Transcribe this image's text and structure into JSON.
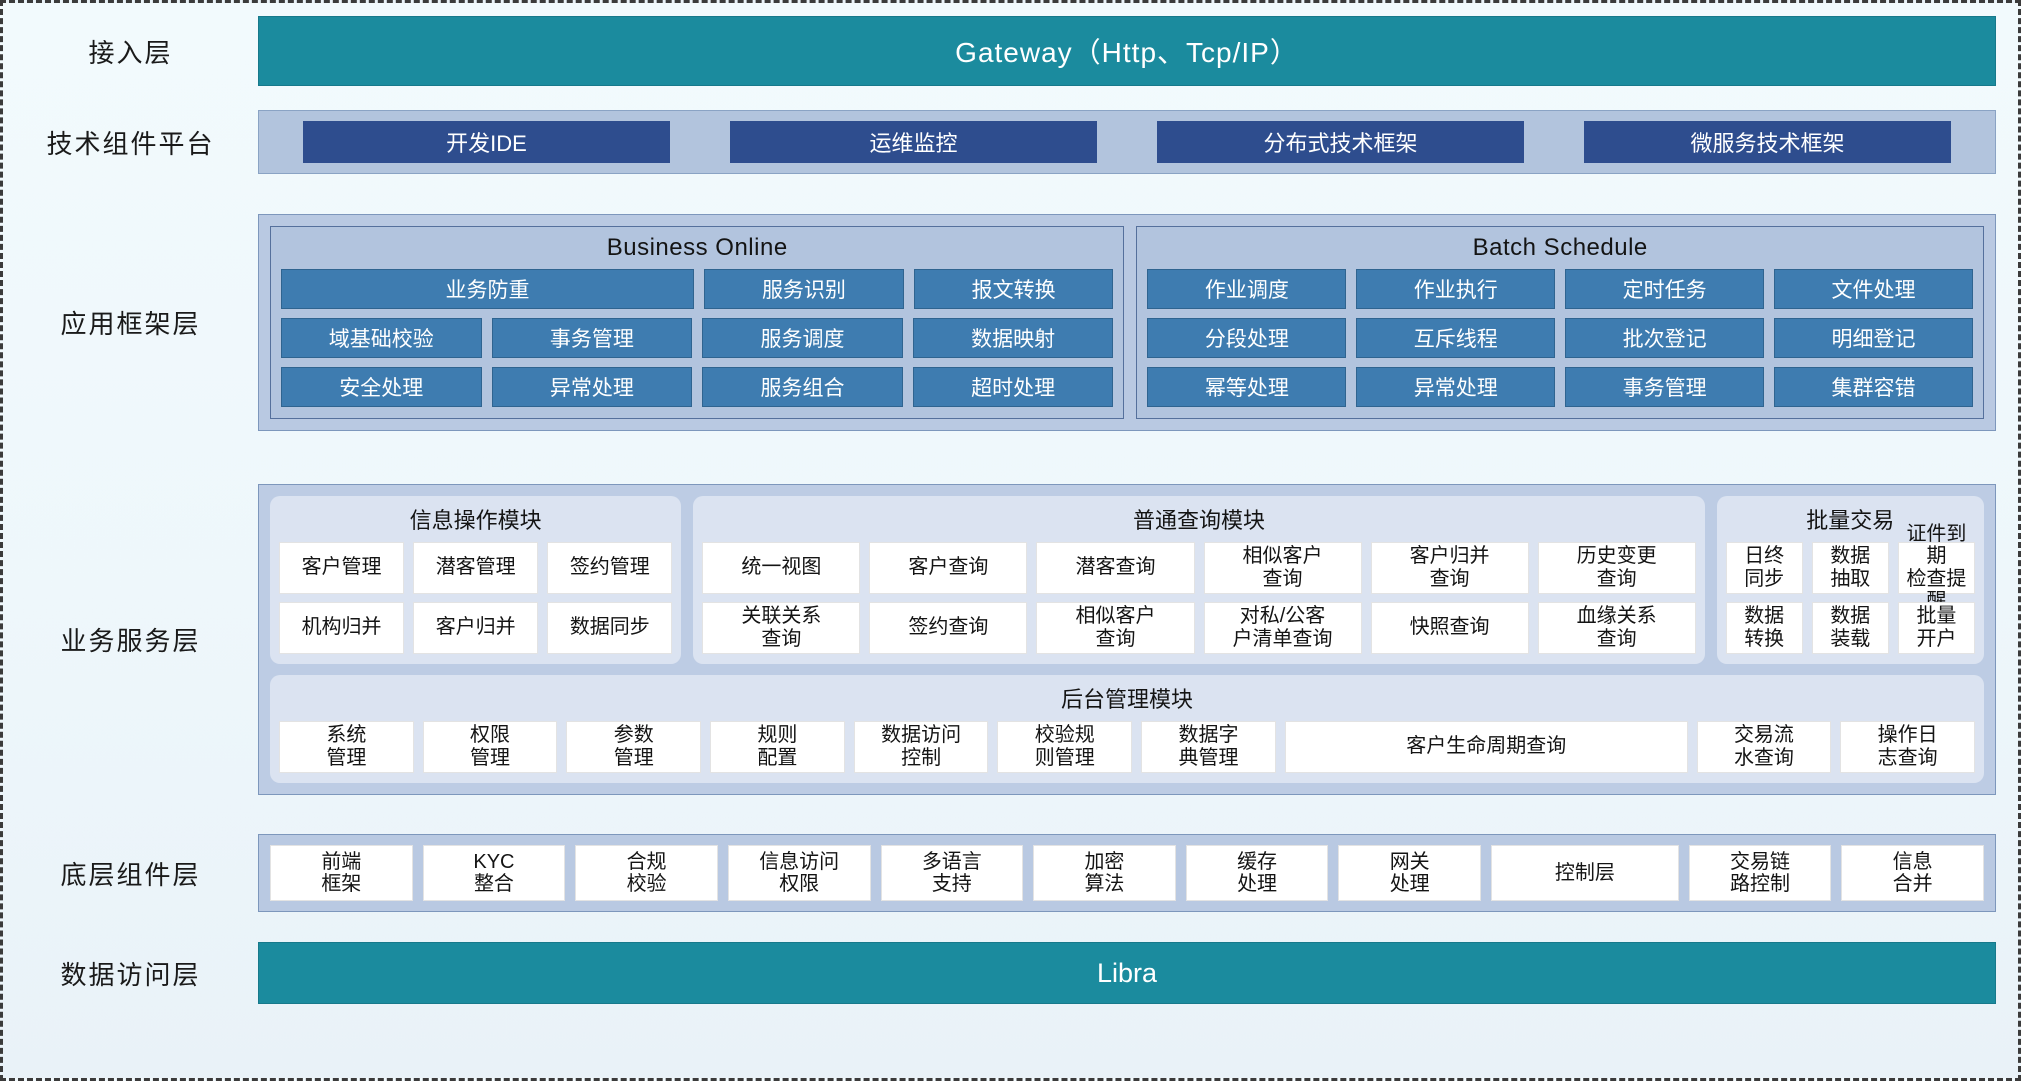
{
  "layers": [
    {
      "key": "access",
      "label": "接入层"
    },
    {
      "key": "tech",
      "label": "技术组件平台"
    },
    {
      "key": "appframe",
      "label": "应用框架层"
    },
    {
      "key": "bizservice",
      "label": "业务服务层"
    },
    {
      "key": "component",
      "label": "底层组件层"
    },
    {
      "key": "dataaccess",
      "label": "数据访问层"
    }
  ],
  "access": {
    "title": "Gateway（Http、Tcp/IP）",
    "color": "#1b8b9e"
  },
  "tech": {
    "color": "#2e4d8e",
    "band_color": "#b2c4dd",
    "items": [
      {
        "label": "开发IDE"
      },
      {
        "label": "运维监控"
      },
      {
        "label": "分布式技术框架"
      },
      {
        "label": "微服务技术框架"
      }
    ]
  },
  "appframe": {
    "box_color": "#3e7cb0",
    "groups": [
      {
        "title": "Business Online",
        "rows": [
          [
            {
              "label": "业务防重",
              "wide": true
            },
            {
              "label": "服务识别"
            },
            {
              "label": "报文转换"
            }
          ],
          [
            {
              "label": "域基础校验"
            },
            {
              "label": "事务管理"
            },
            {
              "label": "服务调度"
            },
            {
              "label": "数据映射"
            }
          ],
          [
            {
              "label": "安全处理"
            },
            {
              "label": "异常处理"
            },
            {
              "label": "服务组合"
            },
            {
              "label": "超时处理"
            }
          ]
        ]
      },
      {
        "title": "Batch Schedule",
        "rows": [
          [
            {
              "label": "作业调度"
            },
            {
              "label": "作业执行"
            },
            {
              "label": "定时任务"
            },
            {
              "label": "文件处理"
            }
          ],
          [
            {
              "label": "分段处理"
            },
            {
              "label": "互斥线程"
            },
            {
              "label": "批次登记"
            },
            {
              "label": "明细登记"
            }
          ],
          [
            {
              "label": "幂等处理"
            },
            {
              "label": "异常处理"
            },
            {
              "label": "事务管理"
            },
            {
              "label": "集群容错"
            }
          ]
        ]
      }
    ]
  },
  "bizservice": {
    "groups": [
      {
        "title": "信息操作模块",
        "rows": [
          [
            {
              "label": "客户管理"
            },
            {
              "label": "潜客管理"
            },
            {
              "label": "签约管理"
            }
          ],
          [
            {
              "label": "机构归并"
            },
            {
              "label": "客户归并"
            },
            {
              "label": "数据同步"
            }
          ]
        ]
      },
      {
        "title": "普通查询模块",
        "rows": [
          [
            {
              "label": "统一视图"
            },
            {
              "label": "客户查询"
            },
            {
              "label": "潜客查询"
            },
            {
              "label": "相似客户\n查询"
            },
            {
              "label": "客户归并\n查询"
            },
            {
              "label": "历史变更\n查询"
            }
          ],
          [
            {
              "label": "关联关系\n查询"
            },
            {
              "label": "签约查询"
            },
            {
              "label": "相似客户\n查询"
            },
            {
              "label": "对私/公客\n户清单查询"
            },
            {
              "label": "快照查询"
            },
            {
              "label": "血缘关系\n查询"
            }
          ]
        ]
      },
      {
        "title": "批量交易",
        "rows": [
          [
            {
              "label": "日终\n同步"
            },
            {
              "label": "数据\n抽取"
            },
            {
              "label": "证件到期\n检查提醒"
            }
          ],
          [
            {
              "label": "数据\n转换"
            },
            {
              "label": "数据\n装载"
            },
            {
              "label": "批量\n开户"
            }
          ]
        ]
      }
    ],
    "mgmt": {
      "title": "后台管理模块",
      "items": [
        {
          "label": "系统\n管理"
        },
        {
          "label": "权限\n管理"
        },
        {
          "label": "参数\n管理"
        },
        {
          "label": "规则\n配置"
        },
        {
          "label": "数据访问\n控制"
        },
        {
          "label": "校验规\n则管理"
        },
        {
          "label": "数据字\n典管理"
        },
        {
          "label": "客户生命周期查询",
          "wide": true
        },
        {
          "label": "交易流\n水查询"
        },
        {
          "label": "操作日\n志查询"
        }
      ]
    }
  },
  "component": {
    "items": [
      {
        "label": "前端\n框架"
      },
      {
        "label": "KYC\n整合"
      },
      {
        "label": "合规\n校验"
      },
      {
        "label": "信息访问\n权限"
      },
      {
        "label": "多语言\n支持"
      },
      {
        "label": "加密\n算法"
      },
      {
        "label": "缓存\n处理"
      },
      {
        "label": "网关\n处理"
      },
      {
        "label": "控制层",
        "wide": true
      },
      {
        "label": "交易链\n路控制"
      },
      {
        "label": "信息\n合并"
      }
    ]
  },
  "dataaccess": {
    "title": "Libra",
    "color": "#1b8b9e"
  }
}
